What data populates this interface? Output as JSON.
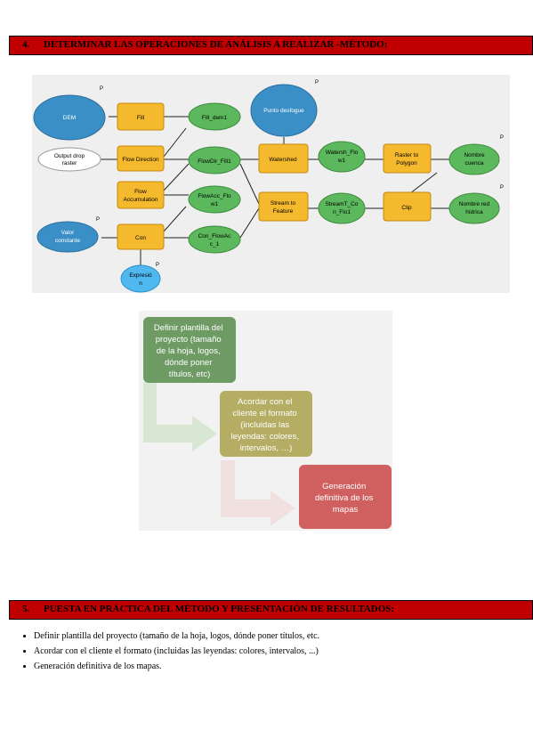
{
  "section4": {
    "number": "4.",
    "title": "DETERMINAR LAS OPERACIONES DE ANÁLISIS A REALIZAR -MÉTODO:"
  },
  "section5": {
    "number": "5.",
    "title": "PUESTA EN PRÁCTICA DEL MÉTODO Y PRESENTACIÓN DE RESULTADOS:"
  },
  "model": {
    "dem": "DEM",
    "output_drop_1": "Output drop",
    "output_drop_2": "raster",
    "valor_1": "Valor",
    "valor_2": "constante",
    "expresion_1": "Expresió",
    "expresion_2": "n",
    "punto_1": "Punto desfogue",
    "fill": "Fill",
    "flow_direction": "Flow Direction",
    "flow_acc_1": "Flow",
    "flow_acc_2": "Accumulation",
    "con": "Con",
    "fill_dem": "Fill_dem1",
    "flowdir_fill": "FlowDir_Fill1",
    "flowacc_1": "FlowAcc_Flo",
    "flowacc_2": "w1",
    "con_flowacc_1": "Con_FlowAc",
    "con_flowacc_2": "c_1",
    "watershed": "Watershed",
    "stream_feat_1": "Stream to",
    "stream_feat_2": "Feature",
    "watersh_flow_1": "Watersh_Flo",
    "watersh_flow_2": "w1",
    "streamt_1": "StreamT_Co",
    "streamt_2": "n_Flo1",
    "raster_poly_1": "Raster to",
    "raster_poly_2": "Polygon",
    "clip": "Clip",
    "nombre_cuenca_1": "Nombre",
    "nombre_cuenca_2": "cuenca",
    "nombre_red_1": "Nombre red",
    "nombre_red_2": "hídrica",
    "p": "P"
  },
  "process": {
    "step1": [
      "Definir plantilla del",
      "proyecto (tamaño",
      "de la hoja, logos,",
      "dónde poner",
      "títulos, etc)"
    ],
    "step2": [
      "Acordar con el",
      "cliente el formato",
      "(incluidas las",
      "leyendas: colores,",
      "intervalos, …)"
    ],
    "step3": [
      "Generación",
      "definitiva de los",
      "mapas"
    ],
    "colors": {
      "step1": "#6e9a64",
      "step2": "#b5ad64",
      "step3": "#d06060"
    }
  },
  "results": [
    "Definir plantilla del proyecto (tamaño de la hoja, logos, dónde poner títulos, etc.",
    "Acordar con el cliente el formato (incluidas las leyendas: colores, intervalos, ...)",
    "Generación definitiva de los mapas."
  ]
}
